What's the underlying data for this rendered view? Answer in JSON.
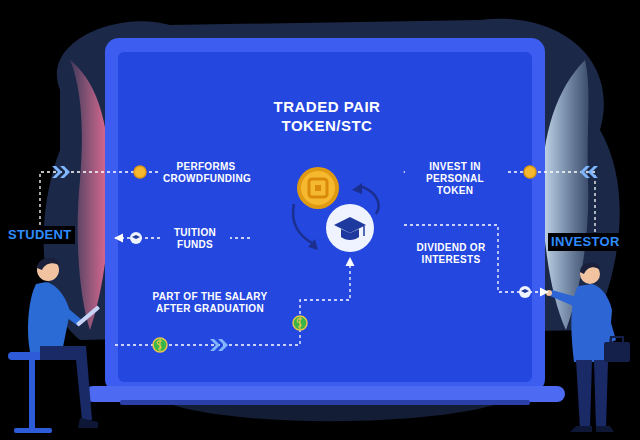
{
  "diagram": {
    "nodes": [
      {
        "text": [
          "TRADED PAIR TOKEN/STC"
        ]
      },
      {
        "text": [
          "STUDENT"
        ]
      },
      {
        "text": [
          "INVESTOR"
        ]
      }
    ],
    "edges": [
      {
        "from": 1,
        "to": 0,
        "arrow": "to",
        "label": "PERFORMS CROWDFUNDING"
      },
      {
        "from": 2,
        "to": 0,
        "arrow": "to",
        "label": "INVEST IN PERSONAL TOKEN"
      },
      {
        "from": 0,
        "to": 1,
        "arrow": "to",
        "label": "TUITION FUNDS"
      },
      {
        "from": 0,
        "to": 2,
        "arrow": "to",
        "label": "DIVIDEND OR INTERESTS"
      },
      {
        "from": 1,
        "to": 0,
        "arrow": "to",
        "label": "PART OF THE SALARY AFTER GRADUATION"
      }
    ]
  }
}
